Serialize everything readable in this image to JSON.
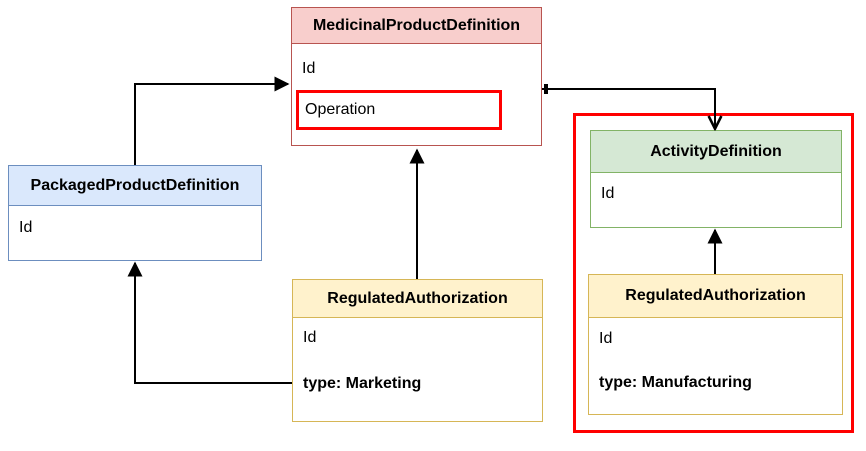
{
  "colors": {
    "medicinal_header_fill": "#f8cecc",
    "medicinal_border": "#b85450",
    "packaged_header_fill": "#dae8fc",
    "packaged_border": "#6c8ebf",
    "authorization_header_fill": "#fff2cc",
    "authorization_border": "#d6b656",
    "activity_header_fill": "#d5e8d4",
    "activity_border": "#82b366",
    "highlight_outline": "#ff0000",
    "connector": "#000000",
    "background": "#ffffff"
  },
  "entities": {
    "medicinal": {
      "title": "MedicinalProductDefinition",
      "fields": {
        "id": "Id",
        "operation": "Operation"
      }
    },
    "packaged": {
      "title": "PackagedProductDefinition",
      "fields": {
        "id": "Id"
      }
    },
    "marketing_auth": {
      "title": "RegulatedAuthorization",
      "fields": {
        "id": "Id",
        "type": "type: Marketing"
      }
    },
    "activity": {
      "title": "ActivityDefinition",
      "fields": {
        "id": "Id"
      }
    },
    "manufacturing_auth": {
      "title": "RegulatedAuthorization",
      "fields": {
        "id": "Id",
        "type": "type: Manufacturing"
      }
    }
  }
}
